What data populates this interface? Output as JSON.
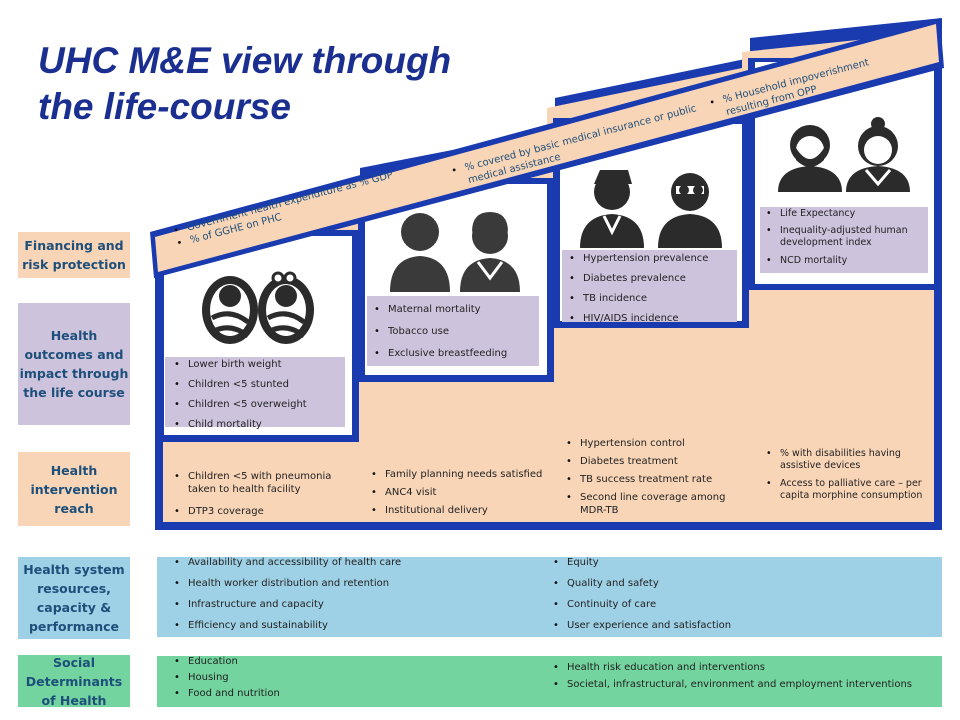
{
  "title_line1": "UHC M&E view through",
  "title_line2": "the life-course",
  "row_labels": {
    "financing": "Financing  and risk  protection",
    "outcomes": "Health outcomes  and impact through the life course",
    "intervention": "Health intervention reach",
    "system": "Health system resources, capacity & performance",
    "social": "Social Determinants of Health"
  },
  "financing_items": {
    "a": "Government health expenditure as % GDP",
    "b": "% of GGHE on PHC",
    "c": "% covered by basic medical insurance or public medical assistance",
    "d": "% Household impoverishment resulting from OPP"
  },
  "outcomes": {
    "infant": [
      "Lower birth weight",
      "Children <5 stunted",
      "Children <5 overweight",
      "Child mortality"
    ],
    "young_adult": [
      "Maternal mortality",
      "Tobacco use",
      "Exclusive breastfeeding"
    ],
    "adult": [
      "Hypertension prevalence",
      "Diabetes prevalence",
      "TB incidence",
      "HIV/AIDS incidence"
    ],
    "elderly": [
      "Life Expectancy",
      "Inequality-adjusted human development index",
      "NCD mortality"
    ]
  },
  "intervention": {
    "infant": [
      "Children <5 with pneumonia taken to health facility",
      "DTP3 coverage"
    ],
    "young_adult": [
      "Family planning needs satisfied",
      "ANC4 visit",
      "Institutional delivery"
    ],
    "adult": [
      "Hypertension control",
      "Diabetes treatment",
      "TB success treatment rate",
      "Second line coverage among MDR-TB"
    ],
    "elderly": [
      "% with disabilities having assistive devices",
      "Access to palliative care – per capita morphine consumption"
    ]
  },
  "system": {
    "left": [
      "Availability and accessibility of health care",
      "Health worker distribution and retention",
      "Infrastructure and capacity",
      "Efficiency and sustainability"
    ],
    "right": [
      "Equity",
      "Quality and safety",
      "Continuity of care",
      "User experience and satisfaction"
    ]
  },
  "social": {
    "left": [
      "Education",
      "Housing",
      "Food and nutrition"
    ],
    "right": [
      "Health risk education and interventions",
      "Societal, infrastructural, environment and employment interventions"
    ]
  },
  "colors": {
    "navy": "#1a3ab0",
    "peach": "#f9d5b8",
    "purple": "#cdc3dd",
    "blue": "#9fd1e6",
    "green": "#73d49f",
    "title": "#1a2f8f"
  }
}
